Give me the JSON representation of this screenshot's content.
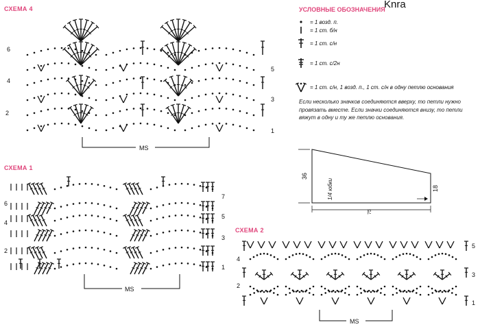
{
  "header": {
    "top_text": "Knra"
  },
  "schemes": [
    {
      "id": "s4",
      "title": "СХЕМА 4",
      "ms": "MS",
      "rows_left": [
        "6",
        "4",
        "2"
      ],
      "rows_right": [
        "5",
        "3",
        "1"
      ]
    },
    {
      "id": "s1",
      "title": "СХЕМА 1",
      "ms": "MS",
      "rows_left": [
        "6",
        "4",
        "2"
      ],
      "rows_right": [
        "7",
        "5",
        "3",
        "1"
      ]
    },
    {
      "id": "s2",
      "title": "СХЕМА 2",
      "ms": "MS",
      "rows_left": [
        "4",
        "2"
      ],
      "rows_right": [
        "5",
        "3",
        "1"
      ]
    }
  ],
  "legend": {
    "title": "УСЛОВНЫЕ ОБОЗНАЧЕНИЯ",
    "items": [
      {
        "icon": "chain-dot-icon",
        "text": "= 1 возд. п."
      },
      {
        "icon": "single-crochet-icon",
        "text": "= 1 ст. б/н"
      },
      {
        "icon": "double-crochet-icon",
        "text": "= 1 ст. с/н"
      },
      {
        "icon": "treble-crochet-icon",
        "text": "= 1 ст. с/2н"
      },
      {
        "icon": "v-stitch-icon",
        "text": "= 1 ст. с/н, 1 возд. п., 1 ст. с/н в одну петлю основания"
      }
    ],
    "note": "Если несколько значков соединяются вверху, то петли нужно провязать вместе. Если значки соединяются внизу, то петли вяжут в одну и ту же петлю основания."
  },
  "pattern": {
    "label": "1/4 юбки",
    "left": "36",
    "right": "18",
    "bottom": "75"
  }
}
